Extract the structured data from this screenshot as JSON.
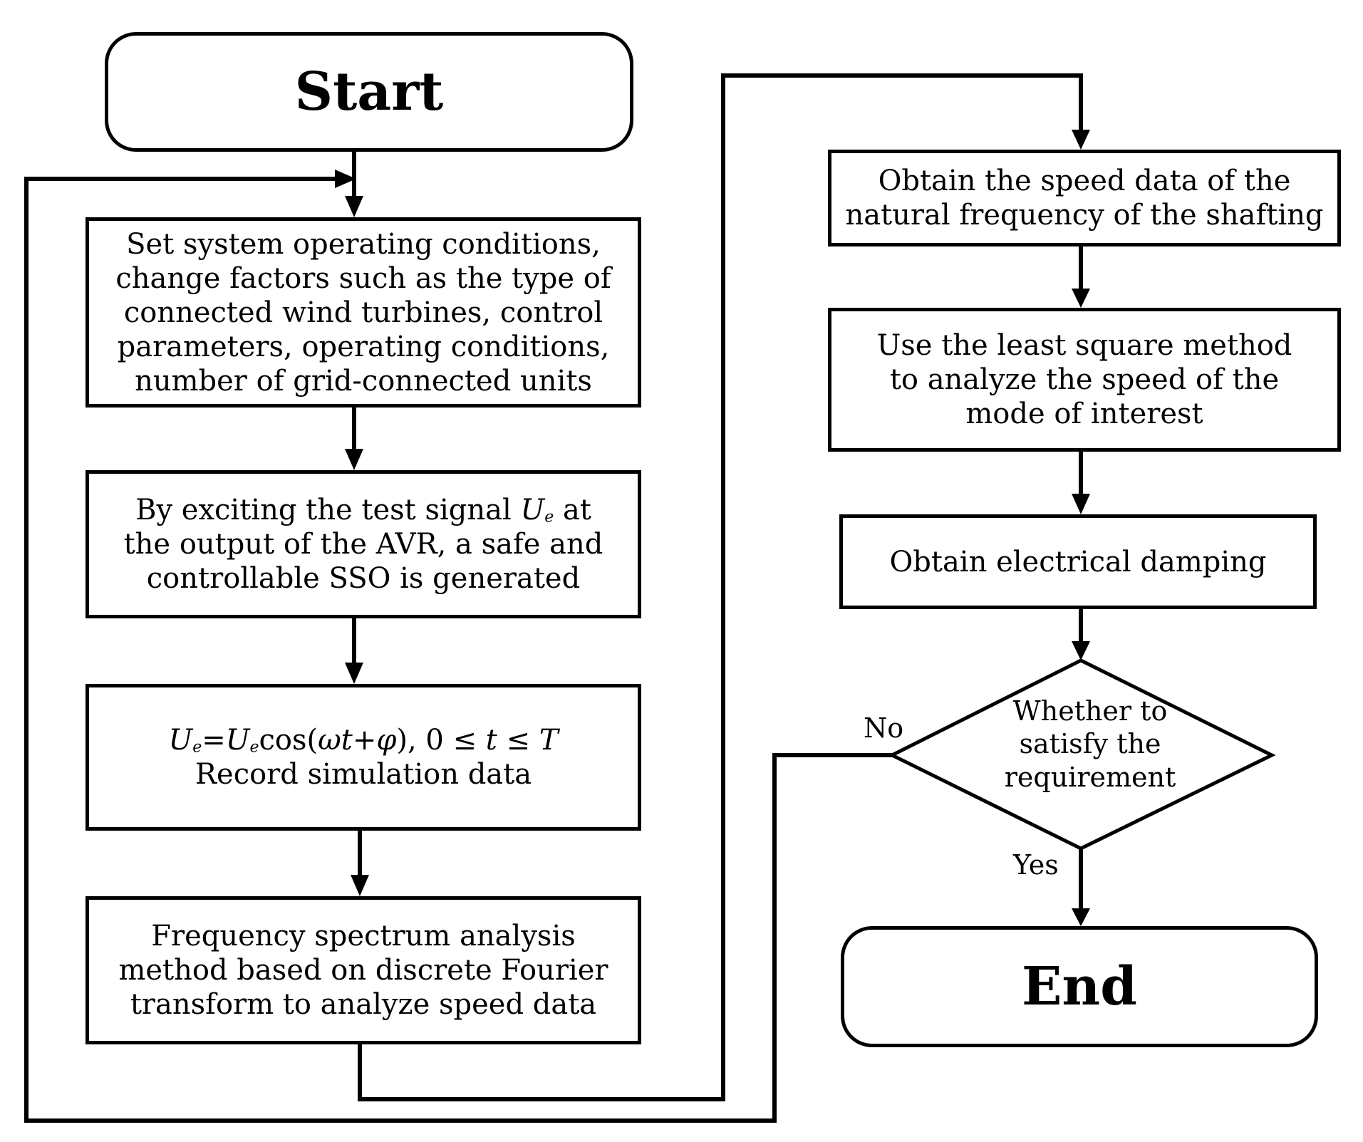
{
  "start": "Start",
  "end": "End",
  "left_column": {
    "set_conditions": [
      "Set system operating conditions,",
      "change factors such as the type of",
      "connected wind turbines, control",
      "parameters, operating conditions,",
      "number of grid-connected units"
    ],
    "excite": {
      "line1_before": "By exciting the test signal ",
      "line1_symbol": "U",
      "line1_subscript": "e",
      "line1_after": " at",
      "line2": "the output of the AVR, a safe and",
      "line3": "controllable SSO is generated"
    },
    "signal": {
      "equation": "U_e=U_e cos(ωt+φ), 0 ≤ t ≤ T",
      "line2": "Record simulation data"
    },
    "fft": [
      "Frequency spectrum analysis",
      "method based on discrete Fourier",
      "transform to analyze speed data"
    ]
  },
  "right_column": {
    "obtain_speed": [
      "Obtain the speed data of the",
      "natural frequency of the shafting"
    ],
    "least_square": [
      "Use the least square method",
      "to analyze the speed of the",
      "mode of interest"
    ],
    "damping": "Obtain electrical damping",
    "decision": [
      "Whether to",
      "satisfy the",
      "requirement"
    ],
    "no_label": "No",
    "yes_label": "Yes"
  }
}
